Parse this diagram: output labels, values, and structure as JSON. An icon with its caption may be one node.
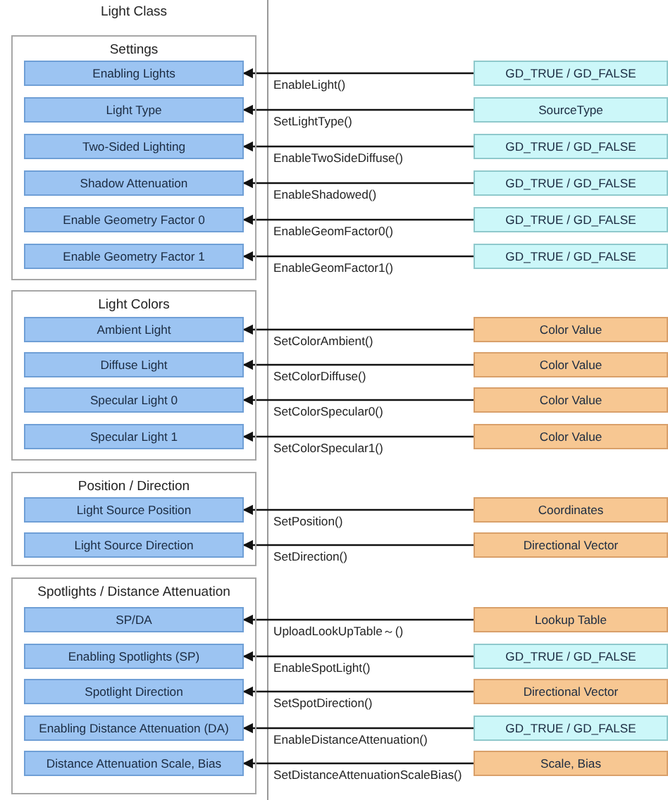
{
  "diagram": {
    "title": "Light Class",
    "nodes": [
      {
        "text": [
          "Settings"
        ]
      },
      {
        "text": [
          "Enabling Lights"
        ],
        "in": 0
      },
      {
        "text": [
          "Light Type"
        ],
        "in": 0
      },
      {
        "text": [
          "Two-Sided Lighting"
        ],
        "in": 0
      },
      {
        "text": [
          "Shadow Attenuation"
        ],
        "in": 0
      },
      {
        "text": [
          "Enable Geometry Factor 0"
        ],
        "in": 0
      },
      {
        "text": [
          "Enable Geometry Factor 1"
        ],
        "in": 0
      },
      {
        "text": [
          "Light Colors"
        ]
      },
      {
        "text": [
          "Ambient Light"
        ],
        "in": 7
      },
      {
        "text": [
          "Diffuse Light"
        ],
        "in": 7
      },
      {
        "text": [
          "Specular Light 0"
        ],
        "in": 7
      },
      {
        "text": [
          "Specular Light 1"
        ],
        "in": 7
      },
      {
        "text": [
          "Position / Direction"
        ]
      },
      {
        "text": [
          "Light Source Position"
        ],
        "in": 12
      },
      {
        "text": [
          "Light Source Direction"
        ],
        "in": 12
      },
      {
        "text": [
          "Spotlights / Distance Attenuation"
        ]
      },
      {
        "text": [
          "SP/DA"
        ],
        "in": 15
      },
      {
        "text": [
          "Enabling Spotlights (SP)"
        ],
        "in": 15
      },
      {
        "text": [
          "Spotlight Direction"
        ],
        "in": 15
      },
      {
        "text": [
          "Enabling Distance Attenuation (DA)"
        ],
        "in": 15
      },
      {
        "text": [
          "Distance Attenuation Scale, Bias"
        ],
        "in": 15
      },
      {
        "text": [
          "GD_TRUE / GD_FALSE"
        ]
      },
      {
        "text": [
          "SourceType"
        ]
      },
      {
        "text": [
          "GD_TRUE / GD_FALSE"
        ]
      },
      {
        "text": [
          "GD_TRUE / GD_FALSE"
        ]
      },
      {
        "text": [
          "GD_TRUE / GD_FALSE"
        ]
      },
      {
        "text": [
          "GD_TRUE / GD_FALSE"
        ]
      },
      {
        "text": [
          "Color Value"
        ]
      },
      {
        "text": [
          "Color Value"
        ]
      },
      {
        "text": [
          "Color Value"
        ]
      },
      {
        "text": [
          "Color Value"
        ]
      },
      {
        "text": [
          "Coordinates"
        ]
      },
      {
        "text": [
          "Directional Vector"
        ]
      },
      {
        "text": [
          "Lookup Table"
        ]
      },
      {
        "text": [
          "GD_TRUE / GD_FALSE"
        ]
      },
      {
        "text": [
          "Directional Vector"
        ]
      },
      {
        "text": [
          "GD_TRUE / GD_FALSE"
        ]
      },
      {
        "text": [
          "Scale, Bias"
        ]
      }
    ],
    "edges": [
      {
        "from": 21,
        "to": 1,
        "arrow": "to",
        "label": "EnableLight()"
      },
      {
        "from": 22,
        "to": 2,
        "arrow": "to",
        "label": "SetLightType()"
      },
      {
        "from": 23,
        "to": 3,
        "arrow": "to",
        "label": "EnableTwoSideDiffuse()"
      },
      {
        "from": 24,
        "to": 4,
        "arrow": "to",
        "label": "EnableShadowed()"
      },
      {
        "from": 25,
        "to": 5,
        "arrow": "to",
        "label": "EnableGeomFactor0()"
      },
      {
        "from": 26,
        "to": 6,
        "arrow": "to",
        "label": "EnableGeomFactor1()"
      },
      {
        "from": 27,
        "to": 8,
        "arrow": "to",
        "label": "SetColorAmbient()"
      },
      {
        "from": 28,
        "to": 9,
        "arrow": "to",
        "label": "SetColorDiffuse()"
      },
      {
        "from": 29,
        "to": 10,
        "arrow": "to",
        "label": "SetColorSpecular0()"
      },
      {
        "from": 30,
        "to": 11,
        "arrow": "to",
        "label": "SetColorSpecular1()"
      },
      {
        "from": 31,
        "to": 13,
        "arrow": "to",
        "label": "SetPosition()"
      },
      {
        "from": 32,
        "to": 14,
        "arrow": "to",
        "label": "SetDirection()"
      },
      {
        "from": 33,
        "to": 16,
        "arrow": "to",
        "label": "UploadLookUpTable～()"
      },
      {
        "from": 34,
        "to": 17,
        "arrow": "to",
        "label": "EnableSpotLight()"
      },
      {
        "from": 35,
        "to": 18,
        "arrow": "to",
        "label": "SetSpotDirection()"
      },
      {
        "from": 36,
        "to": 19,
        "arrow": "to",
        "label": "EnableDistanceAttenuation()"
      },
      {
        "from": 37,
        "to": 20,
        "arrow": "to",
        "label": "SetDistanceAttenuationScaleBias()"
      }
    ]
  }
}
